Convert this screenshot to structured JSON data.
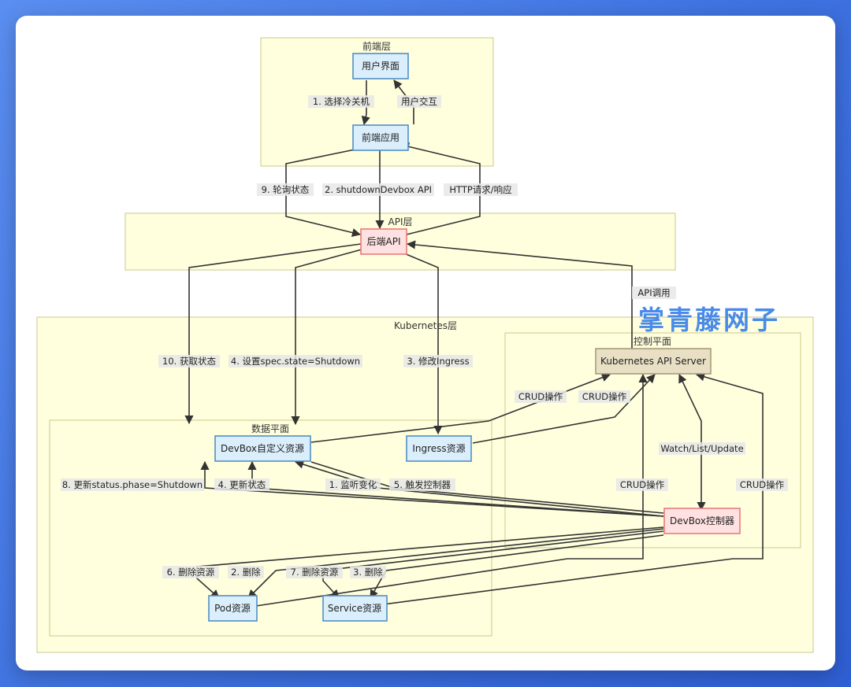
{
  "clusters": {
    "frontend": "前端层",
    "api": "API层",
    "k8s": "Kubernetes层",
    "control": "控制平面",
    "data": "数据平面"
  },
  "nodes": {
    "ui": "用户界面",
    "frontend_app": "前端应用",
    "backend_api": "后端API",
    "k8s_api_server": "Kubernetes API Server",
    "devbox_cr": "DevBox自定义资源",
    "ingress": "Ingress资源",
    "controller": "DevBox控制器",
    "pod": "Pod资源",
    "service": "Service资源"
  },
  "edges": {
    "select": "1. 选择冷关机",
    "interact": "用户交互",
    "poll": "9. 轮询状态",
    "shutdown_api": "2. shutdownDevbox API",
    "http": "HTTP请求/响应",
    "api_call": "API调用",
    "get_status": "10. 获取状态",
    "set_state": "4. 设置spec.state=Shutdown",
    "modify_ingress": "3. 修改Ingress",
    "crud1": "CRUD操作",
    "crud2": "CRUD操作",
    "watch": "Watch/List/Update",
    "crud3": "CRUD操作",
    "crud4": "CRUD操作",
    "update_phase": "8. 更新status.phase=Shutdown",
    "update_status": "4. 更新状态",
    "listen": "1. 监听变化",
    "trigger": "5. 触发控制器",
    "del_res_6": "6. 删除资源",
    "del_2": "2. 删除",
    "del_res_7": "7. 删除资源",
    "del_3": "3. 删除"
  },
  "watermark": "掌青藤网子"
}
